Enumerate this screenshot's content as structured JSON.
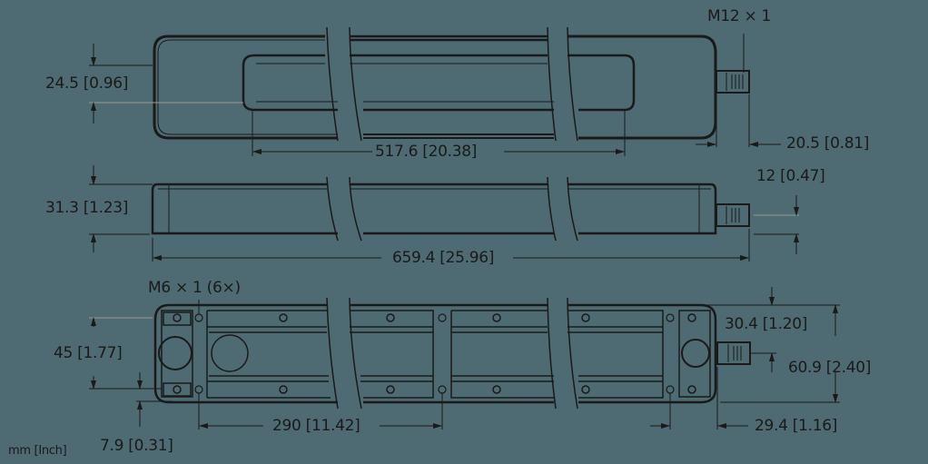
{
  "drawing": {
    "units_note": "mm [Inch]",
    "background": "#4e6a73",
    "line_color": "#1a1a1a",
    "top_view": {
      "height_dim": "24.5 [0.96]",
      "length_dim": "517.6 [20.38]",
      "connector_label": "M12 × 1",
      "connector_dim": "20.5 [0.81]"
    },
    "side_view": {
      "height_dim": "31.3 [1.23]",
      "length_dim": "659.4 [25.96]",
      "connector_offset_dim": "12 [0.47]"
    },
    "bottom_view": {
      "thread_label": "M6 × 1 (6×)",
      "hole_spacing_dim": "45 [1.77]",
      "edge_offset_dim": "7.9 [0.31]",
      "pitch_dim": "290 [11.42]",
      "connector_center_dim": "30.4 [1.20]",
      "width_dim": "60.9 [2.40]",
      "end_hole_dim": "29.4 [1.16]"
    }
  }
}
